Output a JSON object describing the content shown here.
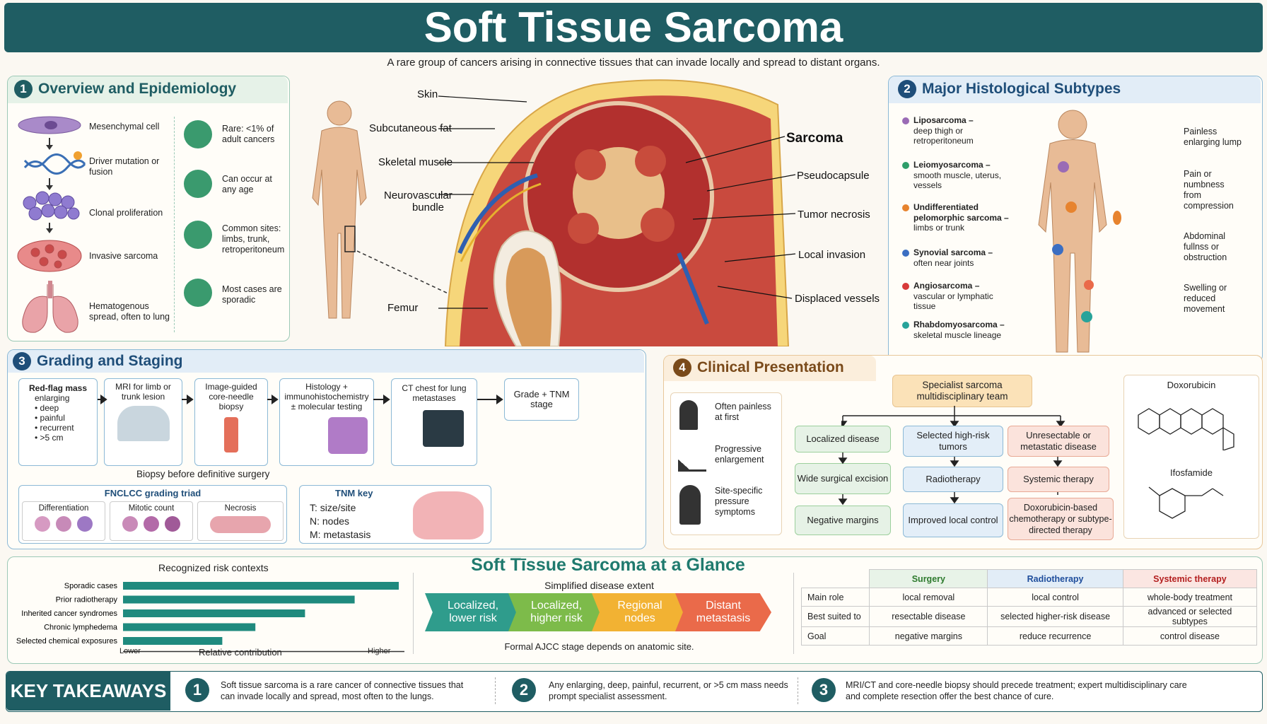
{
  "header": {
    "title": "Soft Tissue Sarcoma",
    "subtitle": "A rare group of cancers arising in connective tissues that can invade locally and spread to distant organs."
  },
  "overview": {
    "number": "1",
    "title": "Overview and Epidemiology",
    "pathway": [
      "Mesenchymal cell",
      "Driver mutation or fusion",
      "Clonal proliferation",
      "Invasive sarcoma",
      "Hematogenous spread, often to lung"
    ],
    "facts": [
      "Rare: <1% of adult cancers",
      "Can occur at any age",
      "Common sites: limbs, trunk, retroperitoneum",
      "Most cases are sporadic"
    ]
  },
  "anatomy": {
    "labels_left": [
      "Skin",
      "Subcutaneous fat",
      "Skeletal muscle",
      "Neurovascular bundle",
      "Femur"
    ],
    "label_sarcoma": "Sarcoma",
    "labels_right": [
      "Pseudocapsule",
      "Tumor necrosis",
      "Local invasion",
      "Displaced vessels"
    ]
  },
  "subtypes": {
    "number": "2",
    "title": "Major Histological Subtypes",
    "items": [
      {
        "name": "Liposarcoma –",
        "desc": "deep thigh or retroperitoneum",
        "color": "#9a6bb5"
      },
      {
        "name": "Leiomyosarcoma –",
        "desc": "smooth muscle, uterus, vessels",
        "color": "#2e9e6a"
      },
      {
        "name": "Undifferentiated pelomorphic sarcoma –",
        "desc": "limbs or trunk",
        "color": "#e7832e"
      },
      {
        "name": "Synovial sarcoma –",
        "desc": "often near joints",
        "color": "#3b6ec2"
      },
      {
        "name": "Angiosarcoma –",
        "desc": "vascular or lymphatic tissue",
        "color": "#d83a3a"
      },
      {
        "name": "Rhabdomyosarcoma –",
        "desc": "skeletal muscle lineage",
        "color": "#27a39a"
      }
    ],
    "symptoms": [
      "Painless enlarging lump",
      "Pain or numbness from compression",
      "Abdominal fullnss or obstruction",
      "Swelling or reduced movement"
    ]
  },
  "grading": {
    "number": "3",
    "title": "Grading and Staging",
    "redflag_title": "Red-flag mass",
    "redflag_items": [
      "enlarging",
      "• deep",
      "• painful",
      "• recurrent",
      "• >5 cm"
    ],
    "steps": [
      "MRI for limb or trunk lesion",
      "Image-guided core-needle biopsy",
      "Histology + immunohistochemistry ± molecular testing",
      "CT chest for lung metastases",
      "Grade + TNM stage"
    ],
    "biopsy_note": "Biopsy before definitive surgery",
    "triad_title": "FNCLCC grading triad",
    "triad": [
      "Differentiation",
      "Mitotic count",
      "Necrosis"
    ],
    "tnm_title": "TNM key",
    "tnm": [
      "T: size/site",
      "N: nodes",
      "M: metastasis"
    ]
  },
  "clinical": {
    "number": "4",
    "title": "Clinical Presentation",
    "symptoms": [
      "Often painless at first",
      "Progressive enlargement",
      "Site-specific pressure symptoms"
    ],
    "team": "Specialist sarcoma multidisciplinary team",
    "col1": [
      "Localized disease",
      "Wide surgical excision",
      "Negative margins"
    ],
    "col2": [
      "Selected high-risk tumors",
      "Radiotherapy",
      "Improved local control"
    ],
    "col3": [
      "Unresectable or metastatic disease",
      "Systemic therapy",
      "Doxorubicin-based chemotherapy or subtype-directed therapy"
    ],
    "drug1": "Doxorubicin",
    "drug2": "Ifosfamide"
  },
  "risk": {
    "title": "Recognized risk contexts",
    "xlabel": "Relative contribution",
    "low": "Lower",
    "high": "Higher"
  },
  "chart_data": {
    "type": "bar",
    "title": "Recognized risk contexts",
    "xlabel": "Relative contribution",
    "categories": [
      "Sporadic cases",
      "Prior radiotherapy",
      "Inherited cancer syndromes",
      "Chronic lymphedema",
      "Selected chemical exposures"
    ],
    "values": [
      100,
      84,
      66,
      48,
      36
    ]
  },
  "glance": {
    "title": "Soft Tīssue Sarcoma at a Glance",
    "subtitle": "Simplified disease extent",
    "stages": [
      {
        "label": "Localized, lower risk",
        "color": "#2f9c8c"
      },
      {
        "label": "Localized, higher risk",
        "color": "#7dbb4a"
      },
      {
        "label": "Regional nodes",
        "color": "#f2b233"
      },
      {
        "label": "Distant metastasis",
        "color": "#ea6a4a"
      }
    ],
    "note": "Formal AJCC stage depends on anatomic site."
  },
  "treatment_table": {
    "headers": [
      "Surgery",
      "Radiotherapy",
      "Systemic therapy"
    ],
    "header_colors": [
      "#2d7a2d",
      "#1f4e9c",
      "#b31e1e"
    ],
    "rows": [
      {
        "label": "Main role",
        "cells": [
          "local removal",
          "local control",
          "whole-body treatment"
        ]
      },
      {
        "label": "Best suited to",
        "cells": [
          "resectable disease",
          "selected higher-risk disease",
          "advanced or selected subtypes"
        ]
      },
      {
        "label": "Goal",
        "cells": [
          "negative margins",
          "reduce recurrence",
          "control disease"
        ]
      }
    ]
  },
  "takeaways": {
    "title": "KEY TAKEAWAYS",
    "items": [
      {
        "num": "1",
        "text": "Soft tissue sarcoma is a rare cancer of connective tissues that can invade locally and spread, most often to the lungs."
      },
      {
        "num": "2",
        "text": "Any enlarging, deep, painful, recurrent, or >5 cm mass needs prompt specialist assessment."
      },
      {
        "num": "3",
        "text": "MRI/CT and core-needle biopsy should precede treatment; expert multidisciplinary care and complete resection offer the best chance of cure."
      }
    ]
  }
}
